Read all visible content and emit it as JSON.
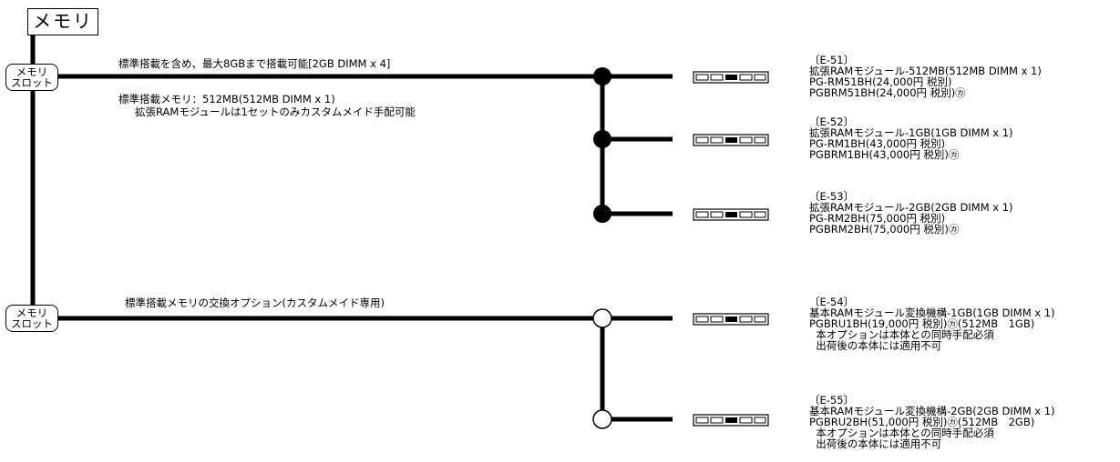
{
  "title": "メモリ",
  "slots": [
    {
      "line1": "メモリ",
      "line2": "スロット"
    },
    {
      "line1": "メモリ",
      "line2": "スロット"
    }
  ],
  "notes": {
    "standard_max": "標準搭載を含め、最大8GBまで搭載可能[2GB DIMM x 4]",
    "standard_mem": "標準搭載メモリ：512MB(512MB DIMM x 1)",
    "custom_note": "拡張RAMモジュールは1セットのみカスタムメイド手配可能",
    "exchange_option": "標準搭載メモリの交換オプション(カスタムメイド専用)"
  },
  "options": [
    {
      "code": "〔E-51〕",
      "name": "拡張RAMモジュール-512MB(512MB DIMM x 1)",
      "lines": [
        "PG-RM51BH(24,000円 税別)",
        "PGBRM51BH(24,000円 税別)㋕"
      ]
    },
    {
      "code": "〔E-52〕",
      "name": "拡張RAMモジュール-1GB(1GB DIMM x 1)",
      "lines": [
        "PG-RM1BH(43,000円 税別)",
        "PGBRM1BH(43,000円 税別)㋕"
      ]
    },
    {
      "code": "〔E-53〕",
      "name": "拡張RAMモジュール-2GB(2GB DIMM x 1)",
      "lines": [
        "PG-RM2BH(75,000円 税別)",
        "PGBRM2BH(75,000円 税別)㋕"
      ]
    },
    {
      "code": "〔E-54〕",
      "name": "基本RAMモジュール変換機構-1GB(1GB DIMM x 1)",
      "lines": [
        "PGBRU1BH(19,000円 税別)㋕(512MB　1GB)",
        "  本オプションは本体との同時手配必須",
        "  出荷後の本体には適用不可"
      ]
    },
    {
      "code": "〔E-55〕",
      "name": "基本RAMモジュール変換機構-2GB(2GB DIMM x 1)",
      "lines": [
        "PGBRU2BH(51,000円 税別)㋕(512MB　2GB)",
        "  本オプションは本体との同時手配必須",
        "  出荷後の本体には適用不可"
      ]
    }
  ],
  "colors": {
    "line": "#000000",
    "background": "#ffffff"
  }
}
